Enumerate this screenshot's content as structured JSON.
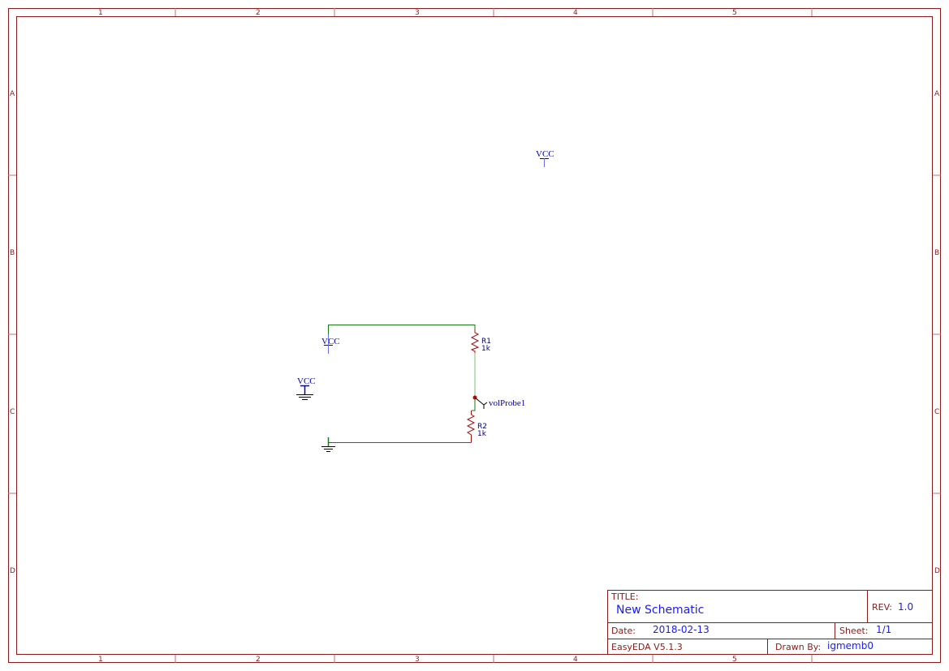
{
  "sheet": {
    "columns": [
      "1",
      "2",
      "3",
      "4",
      "5"
    ],
    "rows": [
      "A",
      "B",
      "C",
      "D"
    ],
    "frame_color": "#8b1a1a",
    "wire_color": "#1a7a1a"
  },
  "titleblock": {
    "title_label": "TITLE:",
    "title": "New Schematic",
    "rev_label": "REV:",
    "rev": "1.0",
    "date_label": "Date:",
    "date": "2018-02-13",
    "sheet_label": "Sheet:",
    "sheet": "1/1",
    "software": "EasyEDA V5.1.3",
    "drawn_by_label": "Drawn By:",
    "drawn_by": "igmemb0"
  },
  "components": {
    "vcc1": "VCC",
    "vcc2": "VCC",
    "vcc3": "VCC",
    "r1_name": "R1",
    "r1_value": "1k",
    "r2_name": "R2",
    "r2_value": "1k",
    "probe": "volProbe1"
  }
}
